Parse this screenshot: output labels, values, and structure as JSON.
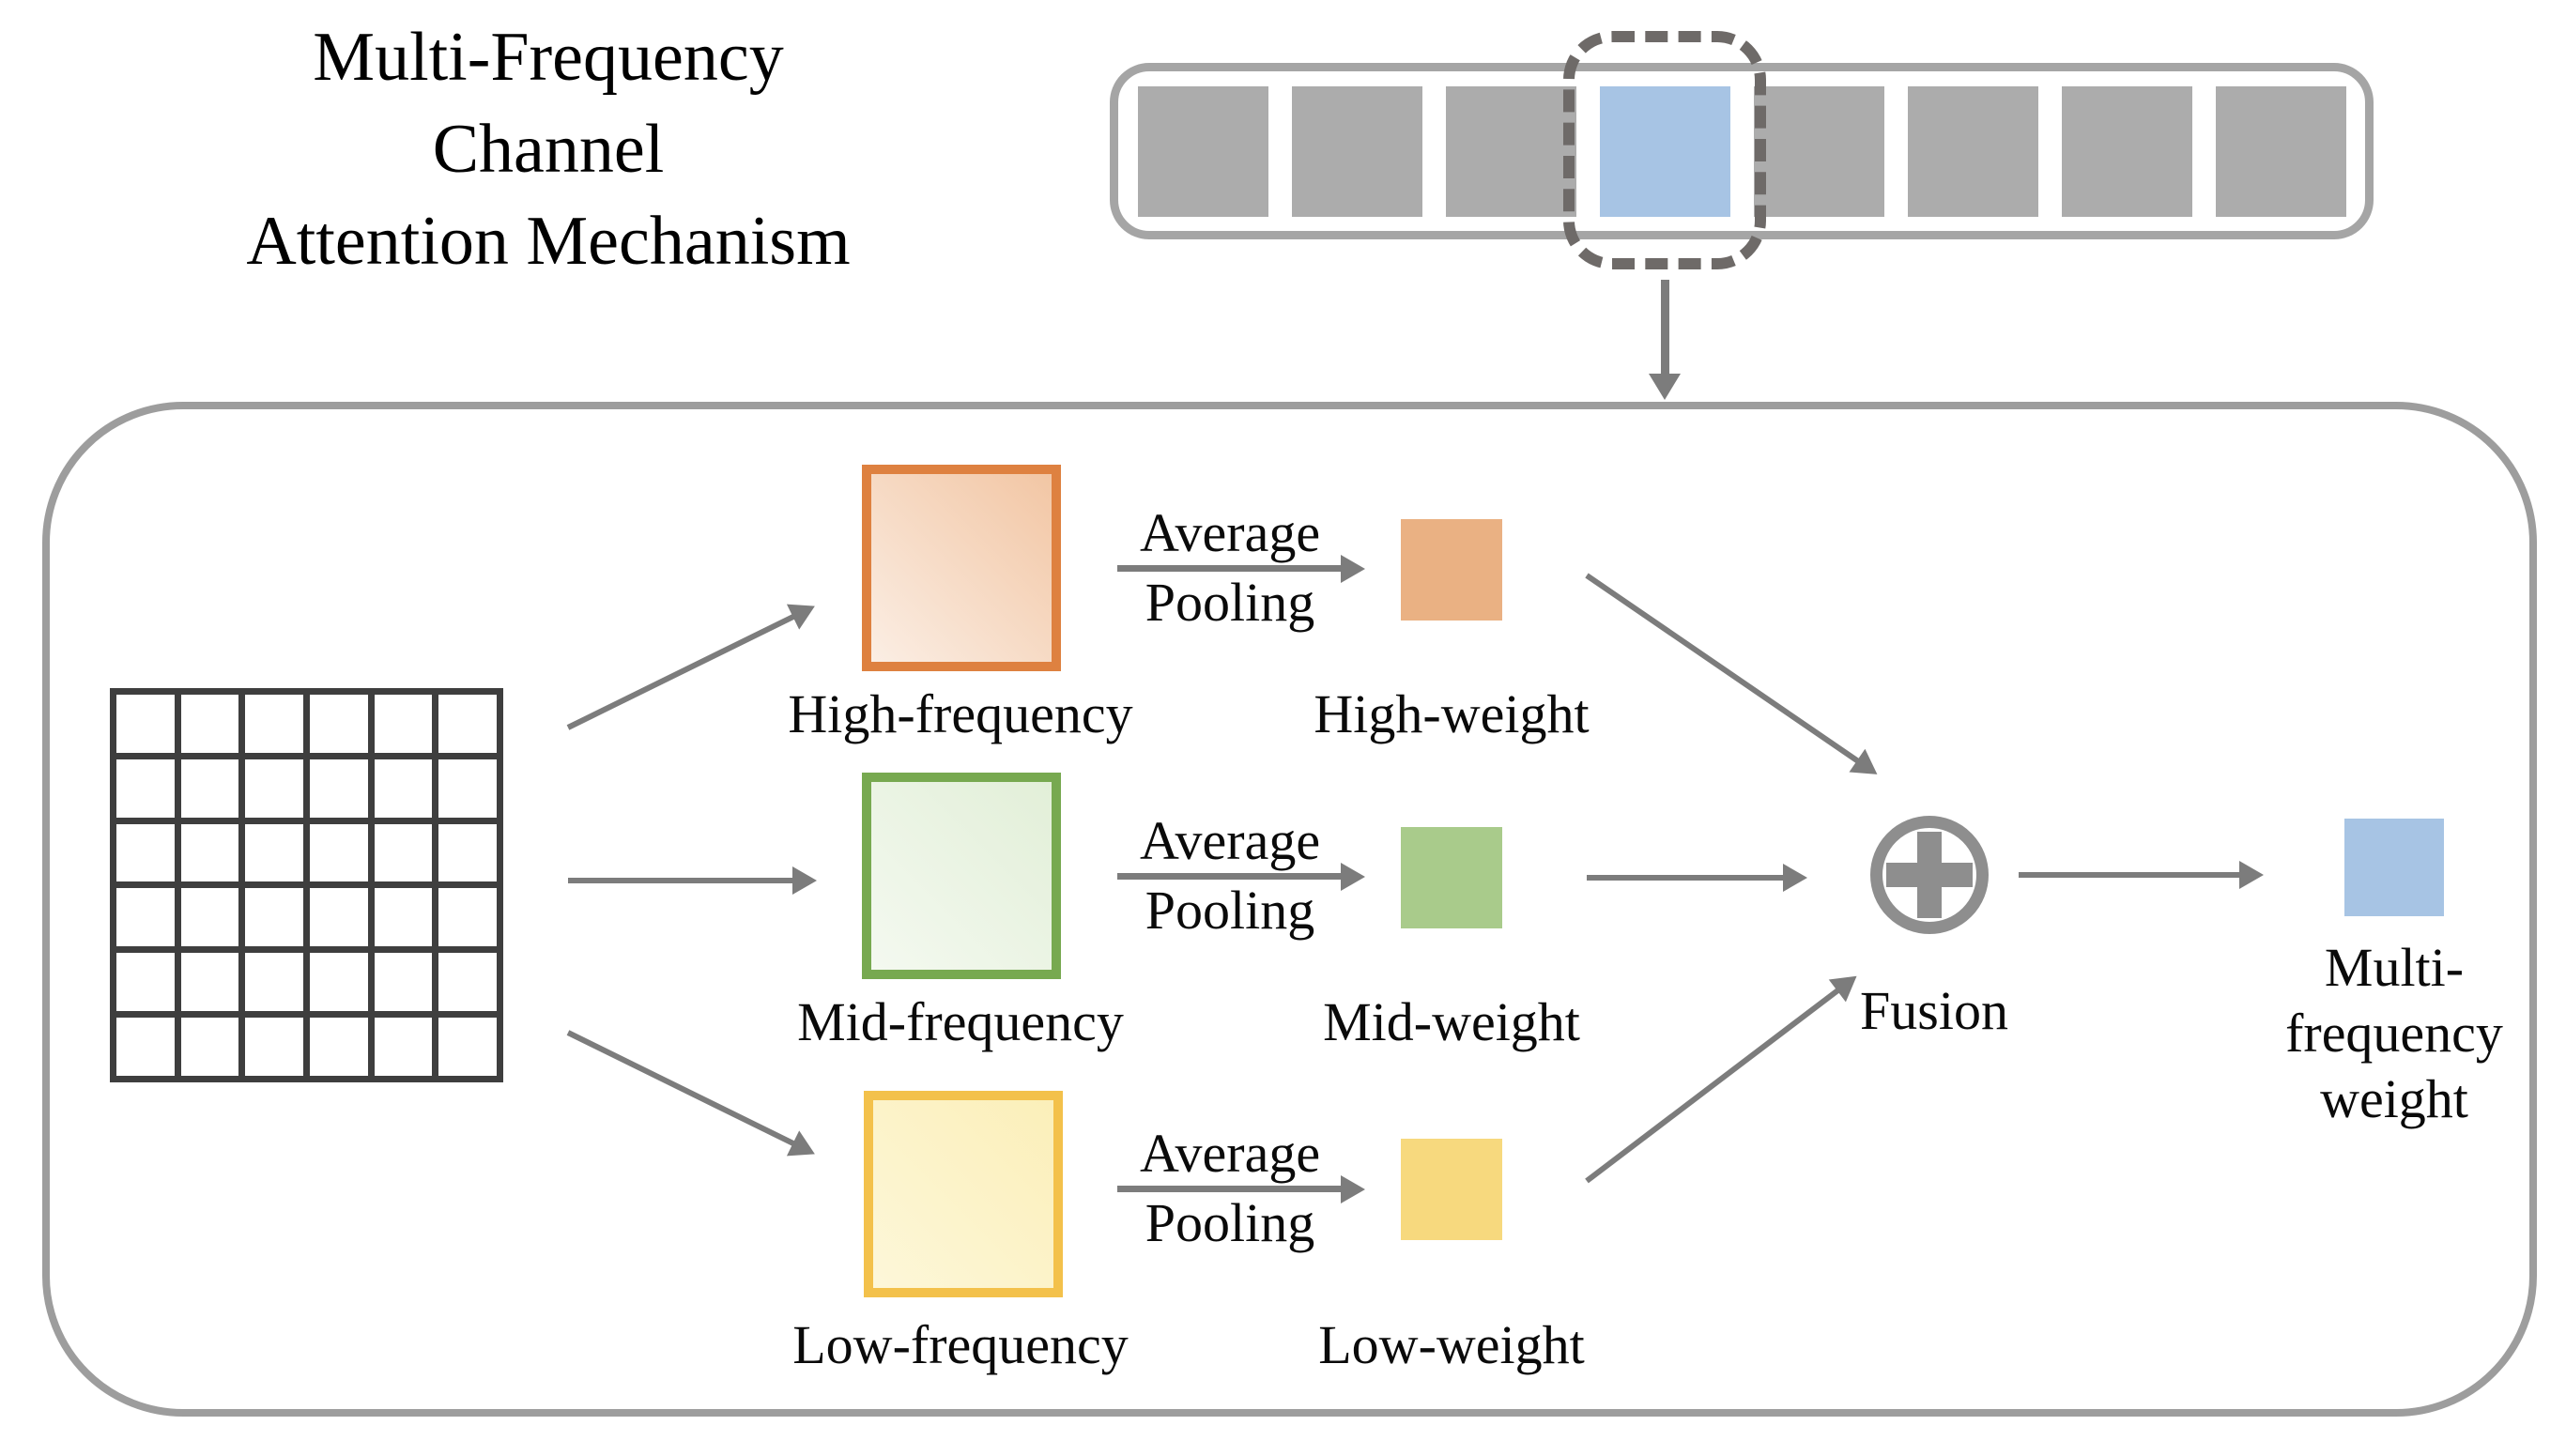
{
  "title": {
    "lines": [
      "Multi-Frequency",
      "Channel",
      "Attention Mechanism"
    ]
  },
  "channel_bar": {
    "cell_count": 8,
    "highlighted_cell": 4
  },
  "module": {
    "rows": [
      {
        "frequency_label": "High-frequency",
        "weight_label": "High-weight",
        "pooling_top": "Average",
        "pooling_bottom": "Pooling"
      },
      {
        "frequency_label": "Mid-frequency",
        "weight_label": "Mid-weight",
        "pooling_top": "Average",
        "pooling_bottom": "Pooling"
      },
      {
        "frequency_label": "Low-frequency",
        "weight_label": "Low-weight",
        "pooling_top": "Average",
        "pooling_bottom": "Pooling"
      }
    ],
    "fusion_label": "Fusion",
    "output_label_lines": [
      "Multi-",
      "frequency",
      "weight"
    ]
  },
  "grid": {
    "rows": 6,
    "cols": 6
  },
  "palette": {
    "blue": "#a7c4e4",
    "cell_gray": "#acacac",
    "bar_border": "#a5a5a5",
    "dash": "#6e6a68",
    "box_border": "#9d9d9d",
    "grid_line": "#3e3e3e",
    "arrow": "#7c7c7c",
    "fusion": "#8e8e8e",
    "orange_border": "#de8140",
    "orange_weight": "#eab183",
    "green_border": "#77a950",
    "green_weight": "#a9cb8b",
    "yellow_border": "#f3c14b",
    "yellow_weight": "#f7d97e"
  }
}
